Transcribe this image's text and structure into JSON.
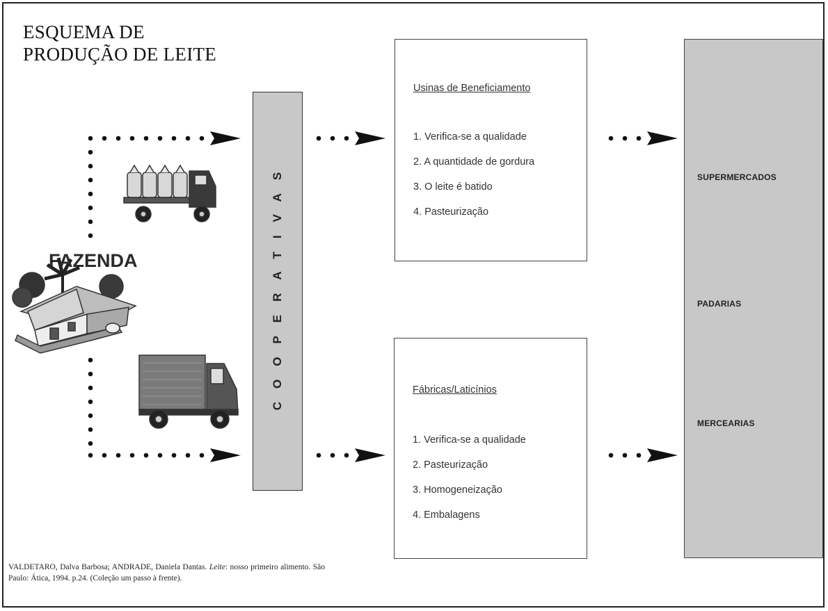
{
  "title": {
    "line1": "ESQUEMA DE",
    "line2": "PRODUÇÃO DE LEITE"
  },
  "farm_label": "FAZENDA",
  "cooperatives_label": "COOPERATIVAS",
  "processing_plants": {
    "title": "Usinas de Beneficiamento",
    "steps": [
      "1. Verifica-se a qualidade",
      "2. A quantidade de gordura",
      "3. O leite é batido",
      "4. Pasteurização"
    ]
  },
  "factories": {
    "title": "Fábricas/Laticínios",
    "steps": [
      "1. Verifica-se a qualidade",
      "2. Pasteurização",
      "3. Homogeneização",
      "4. Embalagens"
    ]
  },
  "retailers": [
    "SUPERMERCADOS",
    "PADARIAS",
    "MERCEARIAS"
  ],
  "credit": {
    "authors": "VALDETARO, Dalva Barbosa; ANDRADE, Daniela Dantas. ",
    "book_title": "Leite",
    "rest": ": nosso primeiro alimento. São Paulo: Ática, 1994. p.24. (Coleção um passo à frente)."
  },
  "colors": {
    "panel_gray": "#c8c8c8",
    "ink": "#111111"
  }
}
